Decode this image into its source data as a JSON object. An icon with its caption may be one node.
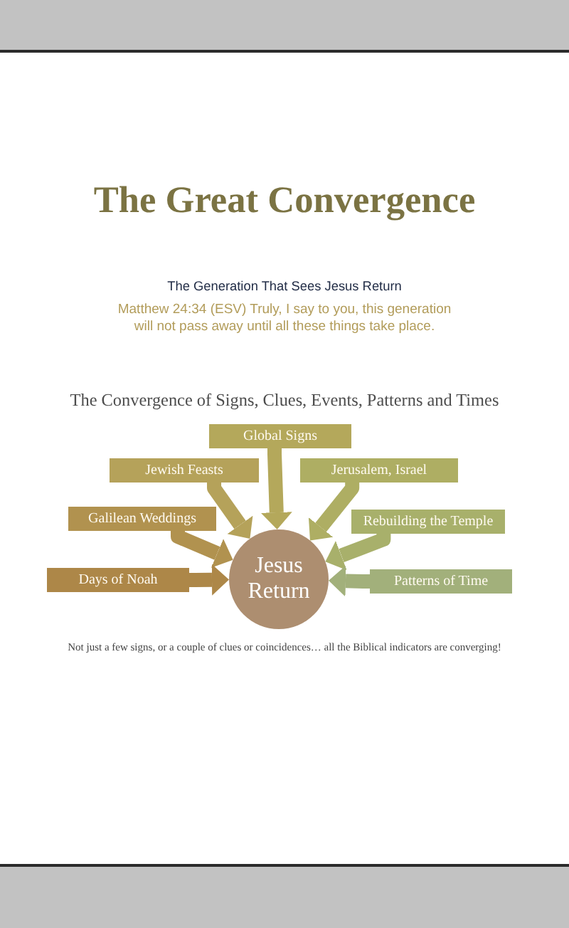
{
  "diagram": {
    "title": "The Great Convergence",
    "nodes": [
      {
        "text": [
          "Global Signs"
        ]
      },
      {
        "text": [
          "Jewish Feasts"
        ]
      },
      {
        "text": [
          "Jerusalem, Israel"
        ]
      },
      {
        "text": [
          "Galilean Weddings"
        ]
      },
      {
        "text": [
          "Rebuilding the Temple"
        ]
      },
      {
        "text": [
          "Days of Noah"
        ]
      },
      {
        "text": [
          "Jesus Return"
        ]
      },
      {
        "text": [
          "Patterns of Time"
        ]
      }
    ],
    "edges": [
      {
        "from": 0,
        "to": 6,
        "arrow": "to",
        "color": "#b4a85b"
      },
      {
        "from": 1,
        "to": 6,
        "arrow": "to",
        "color": "#b5a25a"
      },
      {
        "from": 2,
        "to": 6,
        "arrow": "to",
        "color": "#aeae63"
      },
      {
        "from": 3,
        "to": 6,
        "arrow": "to",
        "color": "#b1924f"
      },
      {
        "from": 4,
        "to": 6,
        "arrow": "to",
        "color": "#a8b06b"
      },
      {
        "from": 5,
        "to": 6,
        "arrow": "to",
        "color": "#ad8748"
      },
      {
        "from": 7,
        "to": 6,
        "arrow": "to",
        "color": "#a2b07b"
      }
    ],
    "labels": [
      "The Generation That Sees Jesus Return",
      "Matthew 24:34 (ESV) Truly, I say to you, this generation will not pass away until all these things take place.",
      "The Convergence of Signs, Clues, Events, Patterns and Times"
    ],
    "caption": "Not just a few signs, or a couple of clues or coincidences… all the Biblical indicators are converging!"
  }
}
